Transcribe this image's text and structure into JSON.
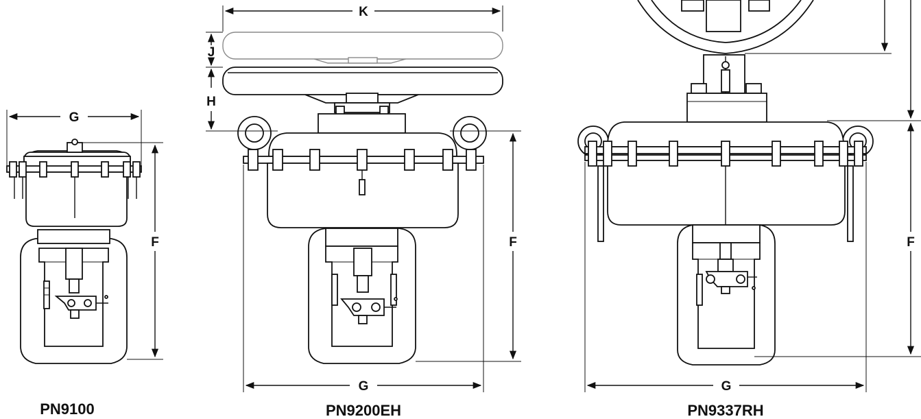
{
  "colors": {
    "ink": "#111111",
    "background": "#ffffff",
    "ghost": "#8a8a8a"
  },
  "figures": {
    "pn9100": {
      "model": "PN9100",
      "dim_g": "G",
      "dim_f": "F"
    },
    "pn9200eh": {
      "model": "PN9200EH",
      "dim_k": "K",
      "dim_j": "J",
      "dim_h": "H",
      "dim_g": "G",
      "dim_f": "F"
    },
    "pn9337rh": {
      "model": "PN9337RH",
      "dim_g": "G",
      "dim_f": "F"
    }
  }
}
